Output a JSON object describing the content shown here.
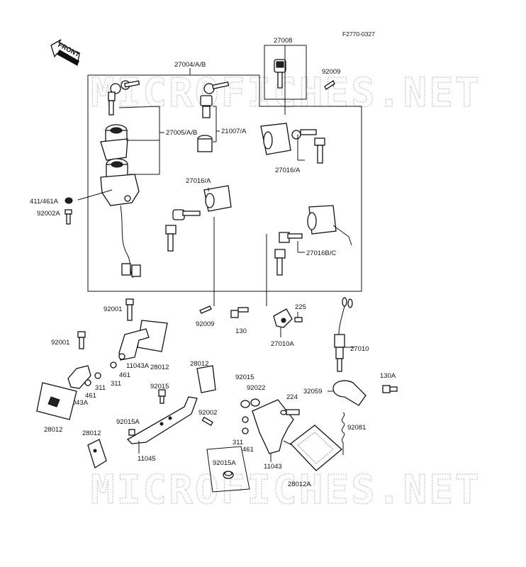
{
  "diagram_code": "F2770-0327",
  "front_label": "FRONT",
  "watermark": "MICROFICHES.NET",
  "labels": {
    "l27008": "27008",
    "l92009_top": "92009",
    "l27004": "27004/A/B",
    "l27005": "27005/A/B",
    "l21007": "21007/A",
    "l27016_a_right": "27016/A",
    "l27016_a_mid": "27016/A",
    "l27016_bc": "27016B/C",
    "l411": "411/461A",
    "l92002a": "92002A",
    "l92009_bottom": "92009",
    "l130": "130",
    "l225": "225",
    "l27010a": "27010A",
    "l27010": "27010",
    "l92001_top": "92001",
    "l92001_left": "92001",
    "l11043a_top": "11043A",
    "l461_top": "461",
    "l28012_top": "28012",
    "l311_top": "311",
    "l461_left": "461",
    "l311_left": "311",
    "l11043a_left": "11043A",
    "l28012_left": "28012",
    "l28012_mid": "28012",
    "l92015_left": "92015",
    "l92002": "92002",
    "l92015a_left": "92015A",
    "l28012_bottom": "28012",
    "l11045": "11045",
    "l92015_mid": "92015",
    "l92022": "92022",
    "l224": "224",
    "l311_mid": "311",
    "l461_mid": "461",
    "l11043": "11043",
    "l92015a_box": "92015A",
    "l28012a": "28012A",
    "l130a": "130A",
    "l32059": "32059",
    "l92081": "92081"
  }
}
